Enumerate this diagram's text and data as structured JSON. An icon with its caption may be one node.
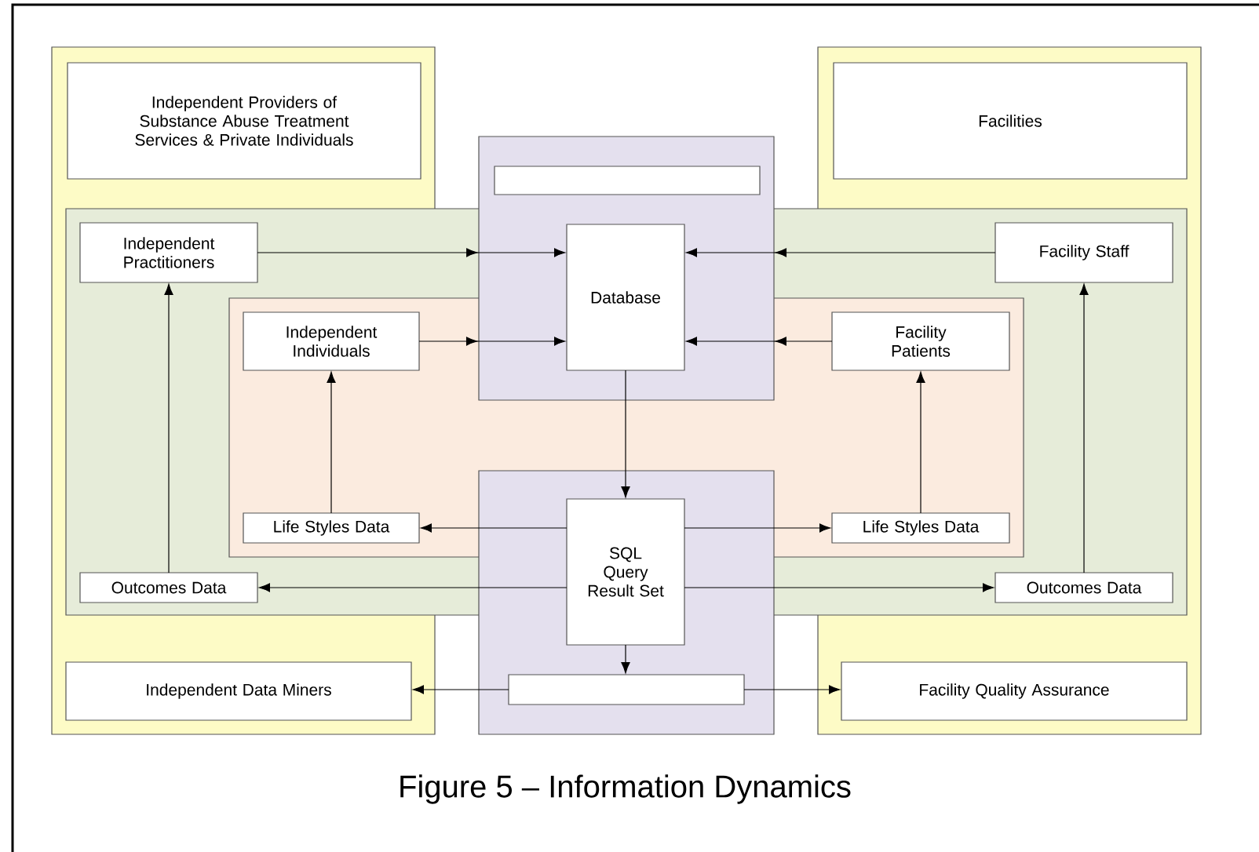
{
  "diagram": {
    "caption": "Figure 5 – Information Dynamics",
    "nodes": [
      {
        "text": [],
        "shape": "box"
      },
      {
        "text": [
          "Independent Providers of Substance Abuse Treatment Services & Private Individuals"
        ],
        "in": 0
      },
      {
        "text": [],
        "shape": "box"
      },
      {
        "text": [
          "Facilities"
        ],
        "in": 2
      },
      {
        "text": [],
        "shape": "box"
      },
      {
        "text": [],
        "shape": "box",
        "in": 4
      },
      {
        "text": [
          "Database"
        ],
        "in": 4
      },
      {
        "text": [
          "Independent Practitioners"
        ],
        "in": 0
      },
      {
        "text": [
          "Facility Staff"
        ],
        "in": 2
      },
      {
        "text": [
          "Independent Individuals"
        ],
        "in": 0
      },
      {
        "text": [
          "Facility Patients"
        ],
        "in": 2
      },
      {
        "text": [],
        "shape": "box"
      },
      {
        "text": [
          "SQL Query Result Set"
        ],
        "in": 11
      },
      {
        "text": [
          "Life Styles Data"
        ],
        "in": 0
      },
      {
        "text": [
          "Life Styles Data"
        ],
        "in": 2
      },
      {
        "text": [
          "Outcomes Data"
        ],
        "in": 0
      },
      {
        "text": [
          "Outcomes Data"
        ],
        "in": 2
      },
      {
        "text": [],
        "shape": "box",
        "in": 11
      },
      {
        "text": [
          "Independent Data Miners"
        ],
        "in": 0
      },
      {
        "text": [
          "Facility Quality Assurance"
        ],
        "in": 2
      }
    ],
    "edges": [
      {
        "from": 7,
        "to": 6,
        "arrow": "to"
      },
      {
        "from": 8,
        "to": 6,
        "arrow": "to"
      },
      {
        "from": 9,
        "to": 6,
        "arrow": "to"
      },
      {
        "from": 10,
        "to": 6,
        "arrow": "to"
      },
      {
        "from": 6,
        "to": 12,
        "arrow": "to"
      },
      {
        "from": 12,
        "to": 13,
        "arrow": "to"
      },
      {
        "from": 12,
        "to": 14,
        "arrow": "to"
      },
      {
        "from": 12,
        "to": 15,
        "arrow": "to"
      },
      {
        "from": 12,
        "to": 16,
        "arrow": "to"
      },
      {
        "from": 12,
        "to": 17,
        "arrow": "to"
      },
      {
        "from": 17,
        "to": 18,
        "arrow": "to"
      },
      {
        "from": 17,
        "to": 19,
        "arrow": "to"
      },
      {
        "from": 13,
        "to": 9,
        "arrow": "to"
      },
      {
        "from": 14,
        "to": 10,
        "arrow": "to"
      },
      {
        "from": 15,
        "to": 7,
        "arrow": "to"
      },
      {
        "from": 16,
        "to": 8,
        "arrow": "to"
      }
    ]
  }
}
